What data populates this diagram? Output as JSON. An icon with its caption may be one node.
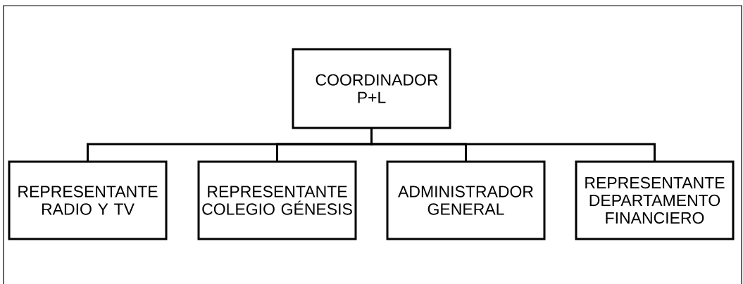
{
  "diagram": {
    "nodes": [
      {
        "text": [
          "COORDINADOR P+L"
        ]
      },
      {
        "text": [
          "REPRESENTANTE RADIO Y TV"
        ]
      },
      {
        "text": [
          "REPRESENTANTE COLEGIO GÉNESIS"
        ]
      },
      {
        "text": [
          "ADMINISTRADOR GENERAL"
        ]
      },
      {
        "text": [
          "REPRESENTANTE DEPARTAMENTO FINANCIERO"
        ]
      }
    ],
    "edges": [
      {
        "from": 0,
        "to": 1,
        "arrow": "none"
      },
      {
        "from": 0,
        "to": 2,
        "arrow": "none"
      },
      {
        "from": 0,
        "to": 3,
        "arrow": "none"
      },
      {
        "from": 0,
        "to": 4,
        "arrow": "none"
      }
    ]
  }
}
